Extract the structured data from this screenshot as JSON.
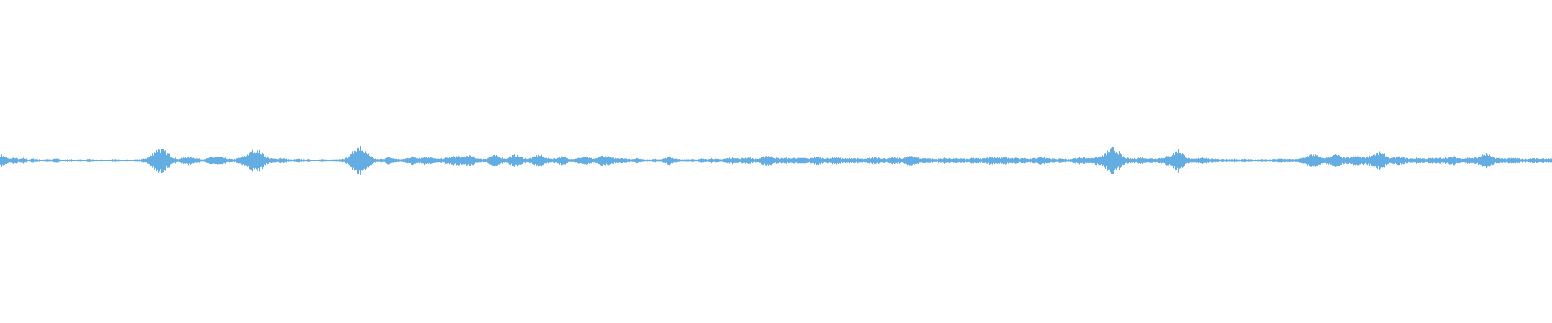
{
  "waveform": {
    "color": "#64ade3",
    "amplitude_envelope": [
      0.18,
      0.12,
      0.05,
      0.1,
      0.04,
      0.08,
      0.03,
      0.06,
      0.04,
      0.02,
      0.05,
      0.03,
      0.07,
      0.02,
      0.03,
      0.04,
      0.02,
      0.03,
      0.03,
      0.05,
      0.03,
      0.02,
      0.03,
      0.02,
      0.04,
      0.03,
      0.02,
      0.03,
      0.02,
      0.03,
      0.04,
      0.06,
      0.12,
      0.28,
      0.38,
      0.3,
      0.2,
      0.1,
      0.05,
      0.08,
      0.12,
      0.1,
      0.07,
      0.04,
      0.06,
      0.09,
      0.11,
      0.1,
      0.08,
      0.05,
      0.04,
      0.08,
      0.12,
      0.2,
      0.3,
      0.36,
      0.22,
      0.1,
      0.07,
      0.05,
      0.08,
      0.06,
      0.03,
      0.04,
      0.05,
      0.03,
      0.04,
      0.02,
      0.03,
      0.04,
      0.02,
      0.03,
      0.04,
      0.05,
      0.08,
      0.18,
      0.35,
      0.4,
      0.28,
      0.14,
      0.06,
      0.04,
      0.06,
      0.1,
      0.07,
      0.05,
      0.04,
      0.08,
      0.12,
      0.1,
      0.08,
      0.12,
      0.1,
      0.06,
      0.05,
      0.08,
      0.1,
      0.12,
      0.14,
      0.1,
      0.16,
      0.12,
      0.07,
      0.05,
      0.06,
      0.14,
      0.16,
      0.1,
      0.06,
      0.12,
      0.17,
      0.14,
      0.08,
      0.06,
      0.1,
      0.18,
      0.14,
      0.07,
      0.06,
      0.08,
      0.12,
      0.1,
      0.05,
      0.06,
      0.09,
      0.12,
      0.08,
      0.05,
      0.11,
      0.16,
      0.12,
      0.08,
      0.07,
      0.09,
      0.06,
      0.05,
      0.07,
      0.05,
      0.04,
      0.03,
      0.05,
      0.04,
      0.06,
      0.12,
      0.08,
      0.04,
      0.03,
      0.04,
      0.05,
      0.03,
      0.06,
      0.04,
      0.08,
      0.05,
      0.04,
      0.06,
      0.08,
      0.1,
      0.06,
      0.08,
      0.1,
      0.06,
      0.05,
      0.1,
      0.16,
      0.12,
      0.08,
      0.07,
      0.08,
      0.06,
      0.09,
      0.07,
      0.08,
      0.06,
      0.1,
      0.12,
      0.08,
      0.07,
      0.09,
      0.1,
      0.07,
      0.06,
      0.08,
      0.07,
      0.06,
      0.05,
      0.08,
      0.1,
      0.09,
      0.07,
      0.06,
      0.1,
      0.08,
      0.07,
      0.12,
      0.16,
      0.1,
      0.07,
      0.08,
      0.06,
      0.05,
      0.06,
      0.08,
      0.07,
      0.06,
      0.07,
      0.06,
      0.05,
      0.08,
      0.07,
      0.06,
      0.09,
      0.12,
      0.1,
      0.08,
      0.1,
      0.07,
      0.09,
      0.06,
      0.08,
      0.05,
      0.07,
      0.09,
      0.12,
      0.08,
      0.06,
      0.05,
      0.06,
      0.05,
      0.04,
      0.08,
      0.1,
      0.09,
      0.08,
      0.1,
      0.12,
      0.16,
      0.3,
      0.38,
      0.3,
      0.14,
      0.08,
      0.06,
      0.07,
      0.1,
      0.08,
      0.07,
      0.06,
      0.08,
      0.1,
      0.14,
      0.22,
      0.34,
      0.2,
      0.08,
      0.05,
      0.06,
      0.1,
      0.08,
      0.05,
      0.06,
      0.04,
      0.05,
      0.04,
      0.05,
      0.03,
      0.05,
      0.04,
      0.03,
      0.04,
      0.05,
      0.03,
      0.04,
      0.05,
      0.06,
      0.04,
      0.05,
      0.04,
      0.06,
      0.1,
      0.16,
      0.2,
      0.12,
      0.07,
      0.1,
      0.16,
      0.18,
      0.1,
      0.08,
      0.1,
      0.14,
      0.12,
      0.1,
      0.14,
      0.2,
      0.24,
      0.18,
      0.1,
      0.08,
      0.12,
      0.1,
      0.07,
      0.06,
      0.08,
      0.07,
      0.06,
      0.08,
      0.07,
      0.08,
      0.09,
      0.1,
      0.12,
      0.08,
      0.07,
      0.09,
      0.08,
      0.1,
      0.16,
      0.22,
      0.12,
      0.08,
      0.07,
      0.06,
      0.07,
      0.08,
      0.06,
      0.05,
      0.06,
      0.07,
      0.06,
      0.07,
      0.06,
      0.05
    ]
  }
}
